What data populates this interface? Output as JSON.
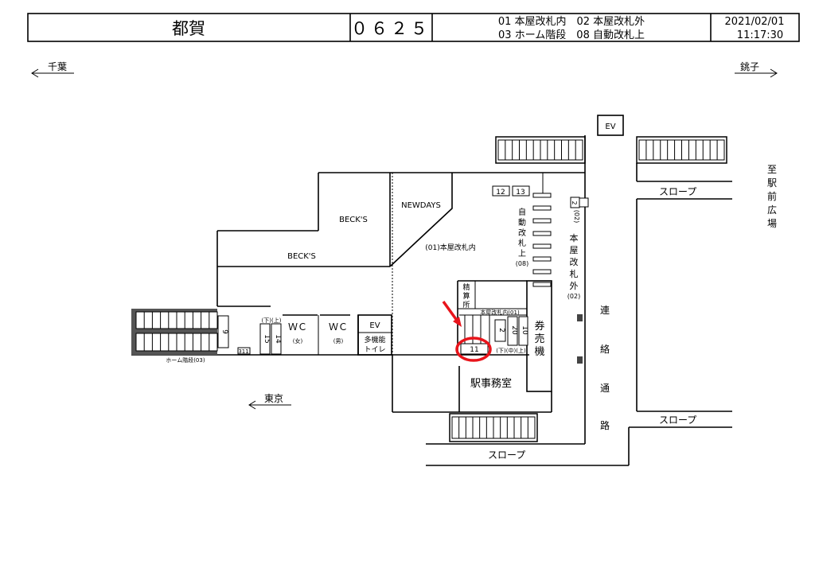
{
  "header": {
    "station": "都賀",
    "code": "０６２５",
    "legend_line1": "01 本屋改札内　02 本屋改札外",
    "legend_line2": "03 ホーム階段　08 自動改札上",
    "date": "2021/02/01",
    "time": "11:17:30"
  },
  "directions": {
    "chiba": "千葉",
    "choshi": "銚子",
    "tokyo": "東京",
    "ekimae": [
      "至",
      "駅",
      "前",
      "広",
      "場"
    ]
  },
  "labels": {
    "ev_top": "EV",
    "slope": "スロープ",
    "becks_upper": "BECK'S",
    "becks_lower": "BECK'S",
    "newdays": "NEWDAYS",
    "honya_kaisatsu_nai": "(01)本屋改札内",
    "jido_kaisatsu": [
      "自",
      "動",
      "改",
      "札",
      "上"
    ],
    "jido_code": "(08)",
    "honya_kaisatsu_gai": [
      "本",
      "屋",
      "改",
      "札",
      "外"
    ],
    "gai_code": "(02)",
    "renraku": [
      "連",
      "絡",
      "通",
      "路"
    ],
    "seisanjo": [
      "精",
      "算",
      "所"
    ],
    "kaisatsu_nai_small": "本屋改札内(01)",
    "kenbaiki": [
      "券",
      "売",
      "機"
    ],
    "jimushitsu": "駅事務室",
    "wc": "ＷＣ",
    "wc_female": "(女)",
    "wc_male": "(男)",
    "ev_mid": "EV",
    "tamokuteki": [
      "多機能",
      "トイレ"
    ],
    "home_kaidan": "ホーム階段(03)",
    "shita_ue": "(下)(上)",
    "shita_naka_ue": "(下)(中)(上)"
  },
  "locations": {
    "n12": "12",
    "n13": "13",
    "n2_out": "2",
    "n9": "9",
    "n311": "311",
    "n15": "15",
    "n14": "14",
    "n2": "2",
    "n20": "20",
    "n10": "10",
    "n11": "11"
  },
  "highlight_color": "#e8141b"
}
